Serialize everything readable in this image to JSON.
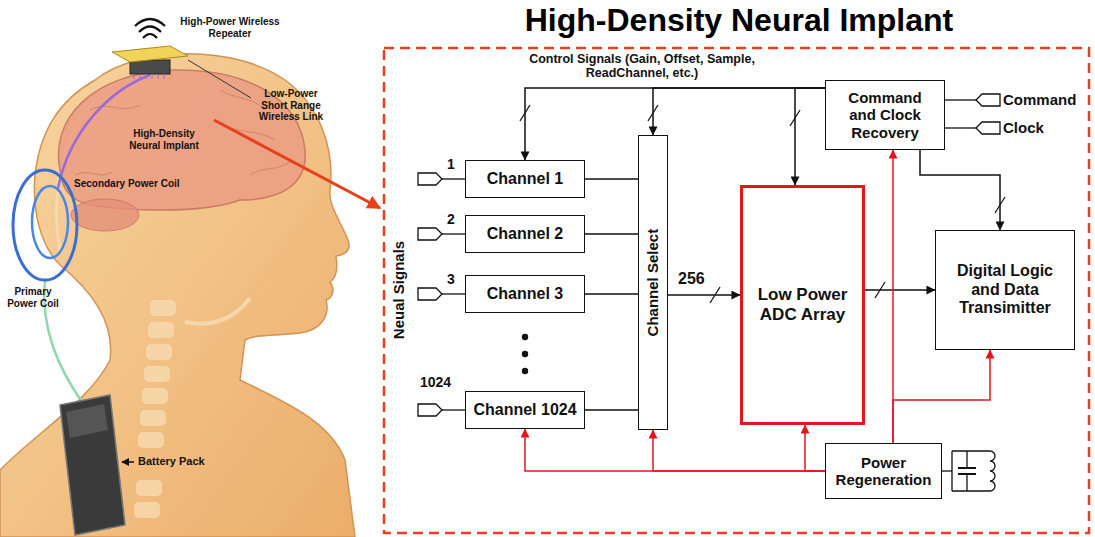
{
  "diagram": {
    "title": "High-Density Neural Implant",
    "nodes": [
      {
        "text": [
          "Command and Clock Recovery"
        ]
      },
      {
        "text": [
          "Channel 1"
        ]
      },
      {
        "text": [
          "Channel 2"
        ]
      },
      {
        "text": [
          "Channel 3"
        ]
      },
      {
        "text": [
          "Channel 1024"
        ]
      },
      {
        "text": [
          "Channel Select"
        ]
      },
      {
        "text": [
          "Low Power ADC Array"
        ]
      },
      {
        "text": [
          "Digital Logic and Data Transimitter"
        ]
      },
      {
        "text": [
          "Power Regeneration"
        ]
      }
    ],
    "edges": [
      {
        "from": 0,
        "to": 1,
        "arrow": "to"
      },
      {
        "from": 0,
        "to": 5,
        "arrow": "to"
      },
      {
        "from": 0,
        "to": 6,
        "arrow": "to"
      },
      {
        "from": 0,
        "to": 7,
        "arrow": "to"
      },
      {
        "from": 1,
        "to": 5,
        "arrow": "none"
      },
      {
        "from": 2,
        "to": 5,
        "arrow": "none"
      },
      {
        "from": 3,
        "to": 5,
        "arrow": "none"
      },
      {
        "from": 4,
        "to": 5,
        "arrow": "none"
      },
      {
        "from": 5,
        "to": 6,
        "label": "256",
        "arrow": "to"
      },
      {
        "from": 6,
        "to": 7,
        "arrow": "to"
      },
      {
        "from": 8,
        "to": 4,
        "arrow": "to"
      },
      {
        "from": 8,
        "to": 5,
        "arrow": "to"
      },
      {
        "from": 8,
        "to": 6,
        "arrow": "to"
      },
      {
        "from": 8,
        "to": 0,
        "arrow": "to"
      },
      {
        "from": 8,
        "to": 7,
        "arrow": "to"
      }
    ],
    "labels": [
      "High-Power Wireless Repeater",
      "Low-Power Short Range Wireless Link",
      "High-Density Neural Implant",
      "Secondary Power Coil",
      "Primary Power Coil",
      "Battery Pack",
      "Control Signals (Gain, Offset, Sample, ReadChannel, etc.)",
      "Command",
      "Clock",
      "Neual Signals",
      "1",
      "2",
      "3",
      "1024"
    ]
  }
}
